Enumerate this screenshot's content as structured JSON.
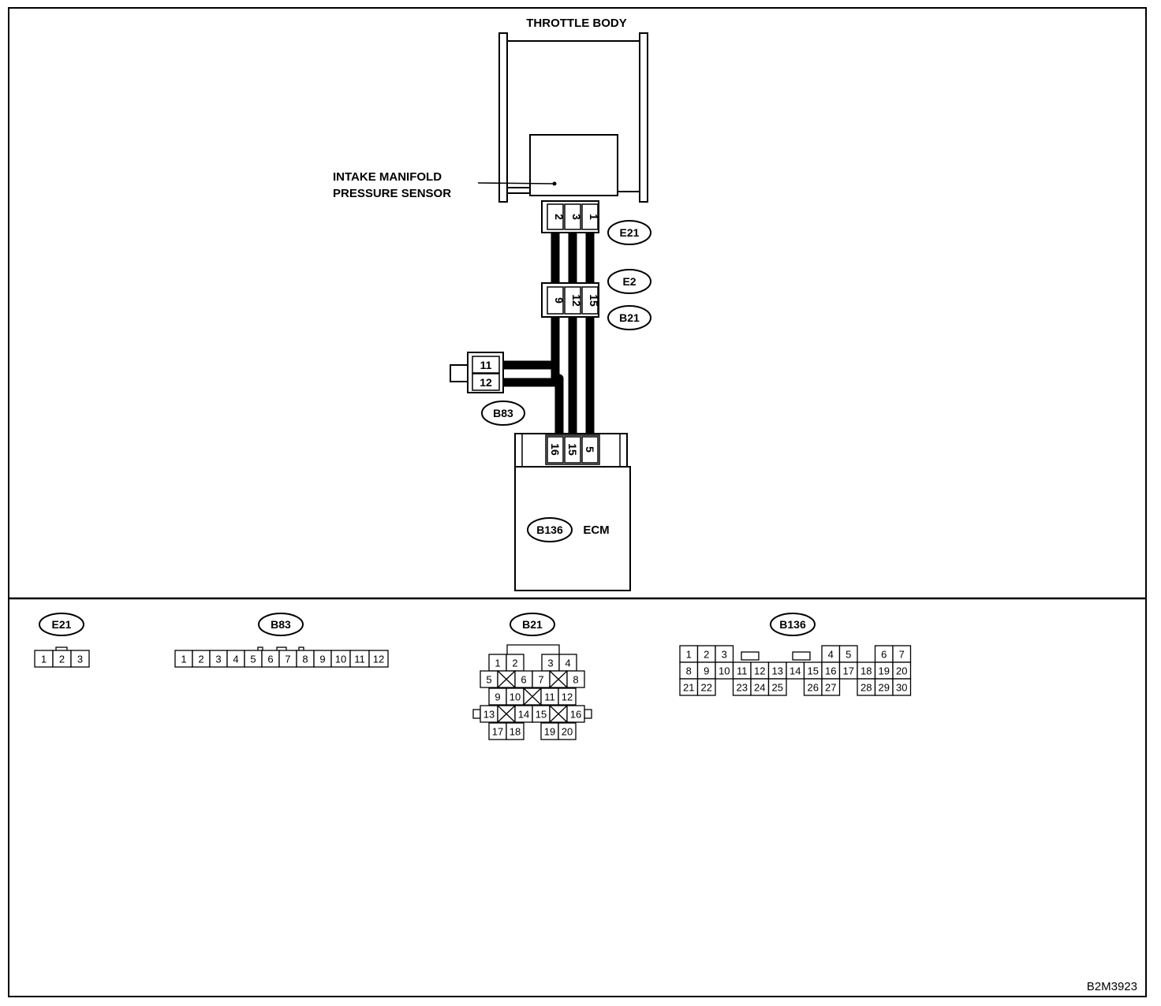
{
  "labels": {
    "throttle_body": "THROTTLE BODY",
    "sensor_line1": "INTAKE MANIFOLD",
    "sensor_line2": "PRESSURE SENSOR",
    "ecm": "ECM",
    "figure_code": "B2M3923"
  },
  "connectors": {
    "e21": "E21",
    "e2": "E2",
    "b21": "B21",
    "b83": "B83",
    "b136": "B136"
  },
  "diagram_pins": {
    "e21": [
      "2",
      "3",
      "1"
    ],
    "e2_b21": [
      "9",
      "12",
      "15"
    ],
    "b83": [
      "11",
      "12"
    ],
    "ecm": [
      "16",
      "15",
      "5"
    ]
  },
  "faces": {
    "e21": [
      "1",
      "2",
      "3"
    ],
    "b83": [
      "1",
      "2",
      "3",
      "4",
      "5",
      "6",
      "7",
      "8",
      "9",
      "10",
      "11",
      "12"
    ],
    "b21": {
      "row1": [
        "1",
        "2",
        "3",
        "4"
      ],
      "row2": [
        "5",
        "6",
        "7",
        "8"
      ],
      "row3": [
        "9",
        "10",
        "11",
        "12"
      ],
      "row4": [
        "13",
        "14",
        "15",
        "16"
      ],
      "row5": [
        "17",
        "18",
        "19",
        "20"
      ]
    },
    "b136": {
      "row1": [
        "1",
        "2",
        "3",
        "4",
        "5",
        "6",
        "7"
      ],
      "row2": [
        "8",
        "9",
        "10",
        "11",
        "12",
        "13",
        "14",
        "15",
        "16",
        "17",
        "18",
        "19",
        "20"
      ],
      "row3": [
        "21",
        "22",
        "23",
        "24",
        "25",
        "26",
        "27",
        "28",
        "29",
        "30"
      ]
    }
  }
}
